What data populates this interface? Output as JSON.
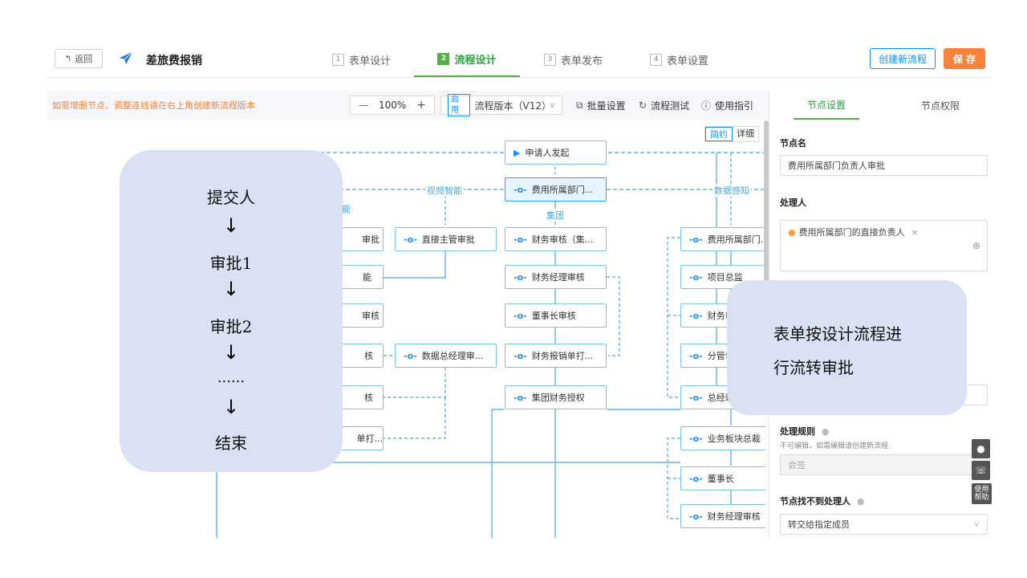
{
  "header": {
    "back_label": "返回",
    "app_title": "差旅费报销",
    "steps": [
      {
        "num": "1",
        "label": "表单设计"
      },
      {
        "num": "2",
        "label": "流程设计"
      },
      {
        "num": "3",
        "label": "表单发布"
      },
      {
        "num": "4",
        "label": "表单设置"
      }
    ],
    "create_flow_label": "创建新流程",
    "save_label": "保 存",
    "accent_green": "#52b046",
    "accent_orange": "#f7833a",
    "accent_blue": "#1890ff"
  },
  "toolbar": {
    "tip": "如需增删节点、调整连线请在右上角创建新流程版本",
    "zoom_minus": "—",
    "zoom_value": "100%",
    "zoom_plus": "+",
    "version_tag": "启用",
    "version_label": "流程版本（V12）",
    "batch_label": "批量设置",
    "test_label": "流程测试",
    "guide_label": "使用指引"
  },
  "canvas": {
    "mode_simple": "简约",
    "mode_detail": "详细",
    "edge_labels": {
      "video": "视频智能",
      "video_partial": "能",
      "group": "集团",
      "data": "数据感知"
    },
    "nodes": {
      "start": "申请人发起",
      "dept_head": "费用所属部门...",
      "l_approve": "审批",
      "direct_manager": "直接主管审批",
      "group_fin": "财务审核（集...",
      "l_r2": "能",
      "fin_manager": "财务经理审核",
      "l_r3": "审核",
      "chairman_review": "董事长审核",
      "l_r4": "核",
      "data_gm": "数据总经理审...",
      "fin_print": "财务报销单打...",
      "l_r5": "核",
      "group_auth": "集团财务授权",
      "l_r6": "单打...",
      "r_dept": "费用所属部门...",
      "r_project": "项目总监",
      "r_fin": "财务审",
      "r_mgr": "分管领",
      "r_gm": "总经理",
      "r_biz": "业务板块总裁",
      "r_chairman": "董事长",
      "r_fin_mgr": "财务经理审核"
    }
  },
  "panel": {
    "tab_settings": "节点设置",
    "tab_perm": "节点权限",
    "node_name_label": "节点名",
    "node_name_value": "费用所属部门负责人审批",
    "handler_label": "处理人",
    "handler_tag": "费用所属部门的直接负责人",
    "rule_label": "处理规则",
    "rule_hint": "不可编辑，如需编辑请创建新流程",
    "rule_value": "会签",
    "nohandler_label": "节点找不到处理人",
    "nohandler_value": "转交给指定成员"
  },
  "side_buttons": {
    "help": "使用帮助"
  },
  "overlay_left": {
    "steps": [
      "提交人",
      "审批1",
      "审批2",
      "......",
      "结束"
    ],
    "arrow": "↓"
  },
  "overlay_right": {
    "line1": "表单按设计流程进",
    "line2": "行流转审批"
  }
}
